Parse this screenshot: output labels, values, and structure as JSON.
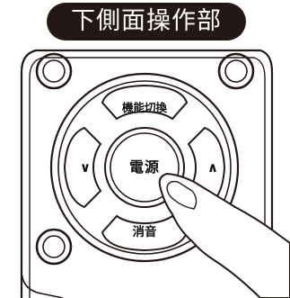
{
  "title": "下側面操作部",
  "buttons": {
    "mode_switch": "機能切換",
    "power": "電源",
    "mute": "消音",
    "down": "∨",
    "up": "∧"
  },
  "colors": {
    "title_background": "#231815",
    "title_text": "#ffffff",
    "line": "#231815",
    "background": "#ffffff"
  },
  "icons": {
    "pressing_finger": "finger-press-icon"
  }
}
